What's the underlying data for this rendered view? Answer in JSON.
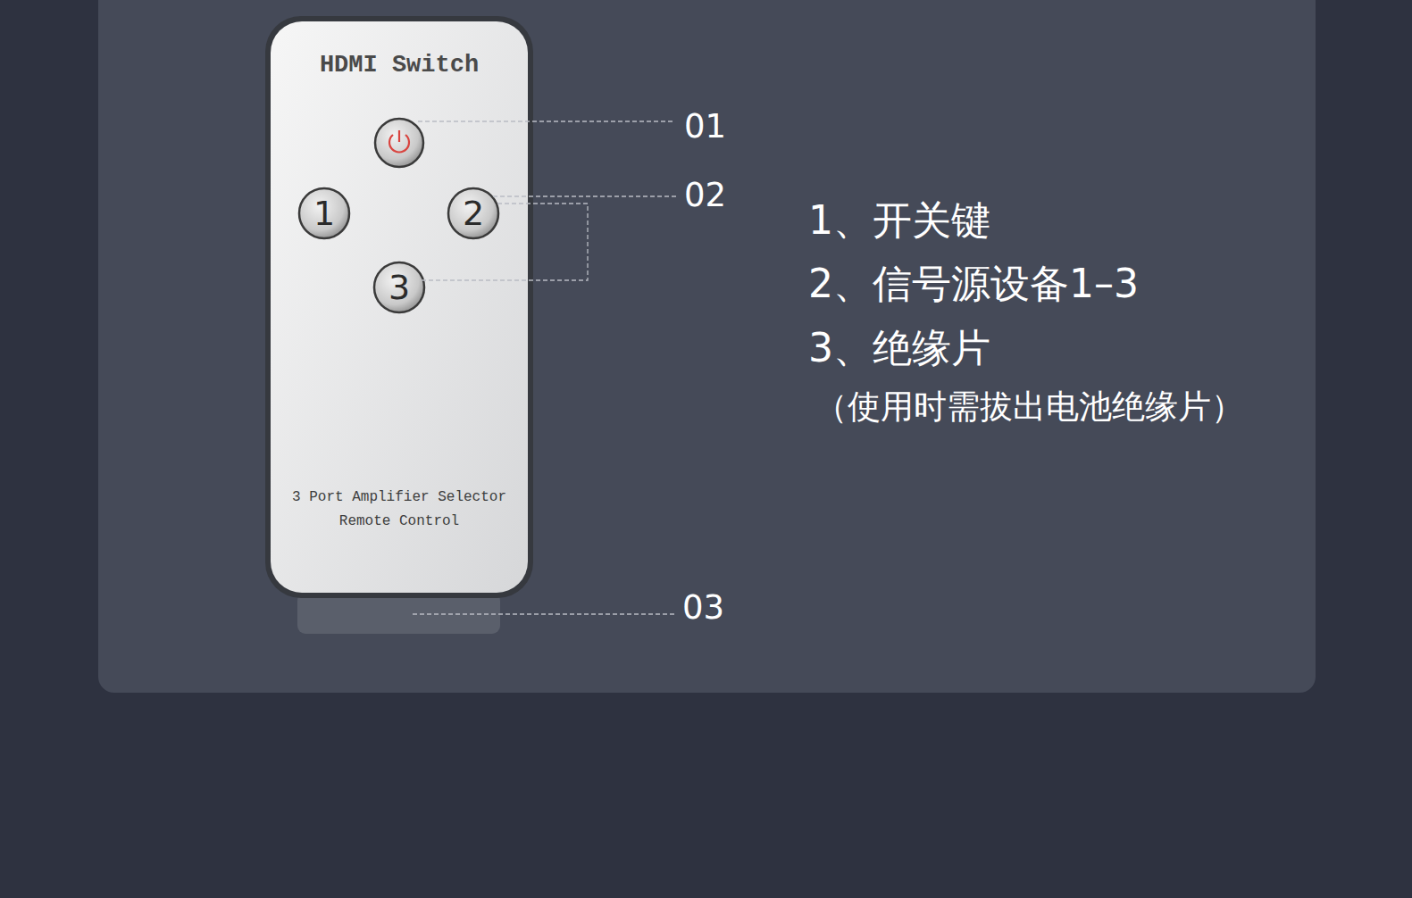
{
  "diagram": {
    "nodes": [
      {
        "text": [
          "HDMI Switch",
          "3 Port Amplifier Selector Remote Control"
        ]
      },
      {
        "text": [
          "1"
        ],
        "in": 0
      },
      {
        "text": [
          "2"
        ],
        "in": 0
      },
      {
        "text": [
          "3"
        ],
        "in": 0
      }
    ],
    "labels": [
      "01",
      "02",
      "03",
      "1、开关键",
      "2、信号源设备1–3",
      "3、绝缘片",
      "（使用时需拔出电池绝缘片）"
    ]
  }
}
